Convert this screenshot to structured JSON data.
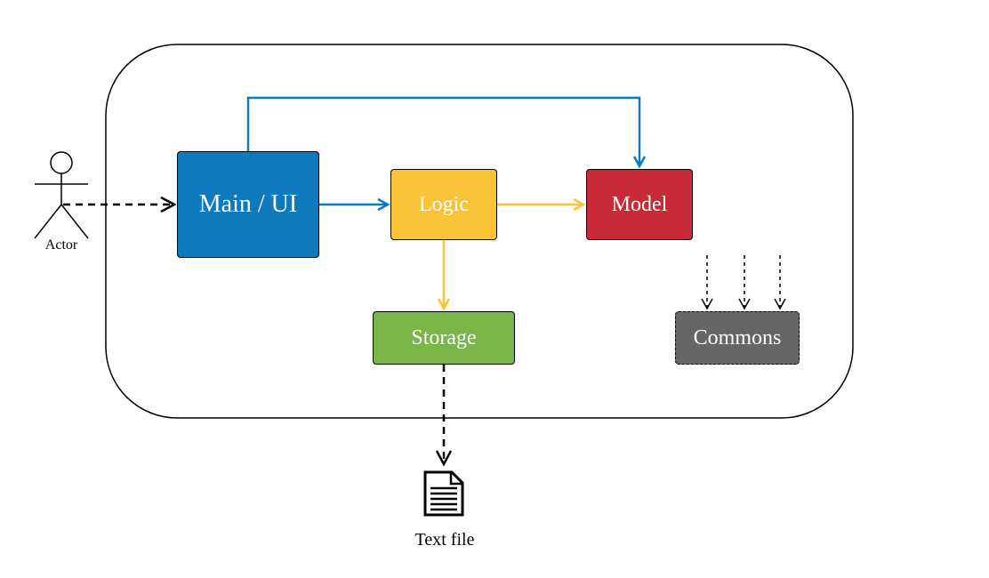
{
  "components": {
    "main_ui": "Main / UI",
    "logic": "Logic",
    "model": "Model",
    "storage": "Storage",
    "commons": "Commons"
  },
  "actor": {
    "label": "Actor",
    "icon": "stick-figure-icon"
  },
  "text_file": {
    "label": "Text file",
    "icon": "document-icon"
  },
  "colors": {
    "main_ui": "#0e79bd",
    "logic": "#fbc438",
    "model": "#c92a37",
    "storage": "#79b547",
    "commons": "#666666",
    "arrow_blue": "#0e79bd",
    "arrow_yellow": "#fbc438",
    "arrow_black": "#000000"
  }
}
